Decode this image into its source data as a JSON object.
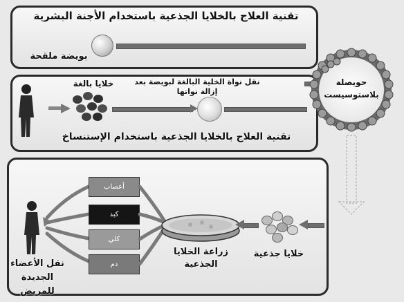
{
  "panels": {
    "top": {
      "title": "تقنية العلاج بالخلايا الجذعية باستخدام الأجنة البشرية",
      "egg_label": "بويضة ملقحة"
    },
    "middle": {
      "adult_cells_label": "خلايا بالغة",
      "nucleus_transfer_label": "نقل نواة الخلية البالغة لبويضة بعد إزالة نواتها",
      "title": "تقنية العلاج بالخلايا الجذعية باستخدام الإستنساخ"
    },
    "bottom": {
      "stem_cells_label": "خلايا جذعية",
      "culture_label": "زراعة الخلايا الجذعية",
      "transplant_label": "نقل الأعضاء الجديدة للمريض",
      "organs": [
        "أعصاب",
        "كبد",
        "كلي",
        "دم"
      ]
    }
  },
  "blastocyst_label": "حويصلة بلاستوسيست",
  "colors": {
    "panel_border": "#2a2a2a",
    "arrow_gray": "#6e6e6e",
    "organ_1": "#8a8a8a",
    "organ_2": "#151515",
    "organ_3": "#9a9a9a",
    "organ_4": "#7a7a7a"
  }
}
